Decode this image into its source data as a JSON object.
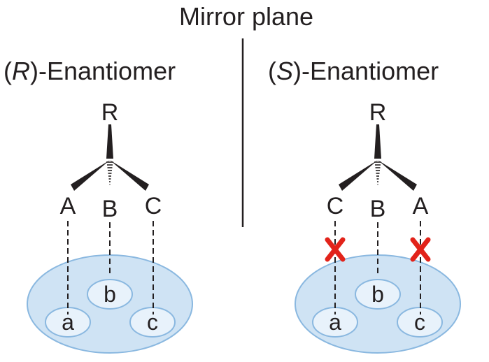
{
  "mirror_plane_label": "Mirror plane",
  "left": {
    "heading_prefix": "(",
    "heading_italic": "R",
    "heading_suffix": ")-Enantiomer",
    "top_group": "R",
    "groups": [
      "A",
      "B",
      "C"
    ],
    "sites": [
      "a",
      "b",
      "c"
    ],
    "blocked": [
      false,
      false,
      false
    ]
  },
  "right": {
    "heading_prefix": "(",
    "heading_italic": "S",
    "heading_suffix": ")-Enantiomer",
    "top_group": "R",
    "groups": [
      "C",
      "B",
      "A"
    ],
    "sites": [
      "a",
      "b",
      "c"
    ],
    "blocked": [
      true,
      false,
      true
    ]
  },
  "colors": {
    "ink": "#231f20",
    "site_fill": "#cfe3f4",
    "site_stroke": "#8ab8e0",
    "blocked_mark": "#e2231a"
  }
}
